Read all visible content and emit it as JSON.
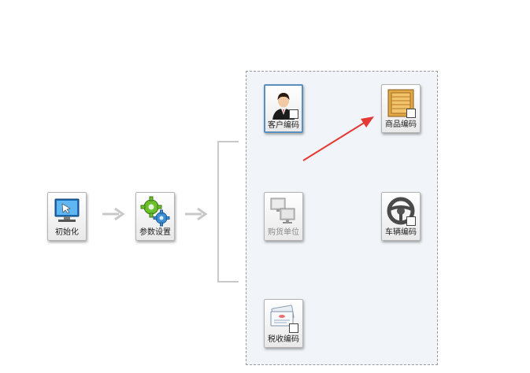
{
  "flow": {
    "init": {
      "label": "初始化",
      "icon": "monitor-icon"
    },
    "params": {
      "label": "参数设置",
      "icon": "gears-icon"
    }
  },
  "panel": {
    "items": [
      {
        "label": "客户编码",
        "icon": "customer-person-icon",
        "selected": true
      },
      {
        "label": "商品编码",
        "icon": "goods-box-icon"
      },
      {
        "label": "购货单位",
        "icon": "network-computers-icon",
        "disabled": true
      },
      {
        "label": "车辆编码",
        "icon": "steering-wheel-icon"
      },
      {
        "label": "税收编码",
        "icon": "tax-cards-icon"
      }
    ]
  },
  "colors": {
    "highlight_border": "#5a8fbe",
    "panel_background": "#f1f5f9",
    "annotation_arrow": "#e53935",
    "flow_arrow": "#c8c8c8"
  }
}
